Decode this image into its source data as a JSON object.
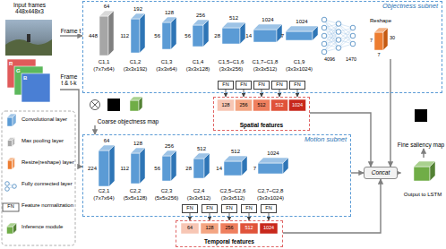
{
  "diagram": {
    "nodes": [
      {
        "text": [
          "Input frames 448x448x3"
        ]
      },
      {
        "text": [
          "Objectness subnet"
        ]
      },
      {
        "text": [
          "Reshape"
        ],
        "in": 1
      },
      {
        "text": [
          "FN"
        ],
        "in": 1
      },
      {
        "text": [
          "FN"
        ],
        "in": 1
      },
      {
        "text": [
          "FN"
        ],
        "in": 1
      },
      {
        "text": [
          "FN"
        ],
        "in": 1
      },
      {
        "text": [
          "FN"
        ],
        "in": 1
      },
      {
        "text": [
          "Spatial features"
        ]
      },
      {
        "text": [
          "Coarse objectness map"
        ]
      },
      {
        "text": [
          "Motion subnet"
        ]
      },
      {
        "text": [
          "FN"
        ],
        "in": 10
      },
      {
        "text": [
          "FN"
        ],
        "in": 10
      },
      {
        "text": [
          "FN"
        ],
        "in": 10
      },
      {
        "text": [
          "FN"
        ],
        "in": 10
      },
      {
        "text": [
          "FN"
        ],
        "in": 10
      },
      {
        "text": [
          "Temporal features"
        ]
      },
      {
        "text": [
          "Concat"
        ]
      },
      {
        "text": [
          "Fine saliency map"
        ]
      },
      {
        "text": [
          "Output to LSTM"
        ]
      }
    ],
    "edges": [
      {
        "from": 0,
        "to": 1,
        "label": "Frame t",
        "arrow": "to"
      },
      {
        "from": 0,
        "to": 10,
        "label": "Frame t & t-k",
        "arrow": "to"
      },
      {
        "from": 3,
        "to": 8,
        "arrow": "to"
      },
      {
        "from": 4,
        "to": 8,
        "arrow": "to"
      },
      {
        "from": 5,
        "to": 8,
        "arrow": "to"
      },
      {
        "from": 6,
        "to": 8,
        "arrow": "to"
      },
      {
        "from": 7,
        "to": 8,
        "arrow": "to"
      },
      {
        "from": 9,
        "to": 10,
        "arrow": "to"
      },
      {
        "from": 11,
        "to": 16,
        "arrow": "to"
      },
      {
        "from": 12,
        "to": 16,
        "arrow": "to"
      },
      {
        "from": 13,
        "to": 16,
        "arrow": "to"
      },
      {
        "from": 14,
        "to": 16,
        "arrow": "to"
      },
      {
        "from": 15,
        "to": 16,
        "arrow": "to"
      },
      {
        "from": 8,
        "to": 17,
        "arrow": "to"
      },
      {
        "from": 16,
        "to": 17,
        "arrow": "to"
      },
      {
        "from": 10,
        "to": 17,
        "arrow": "to"
      },
      {
        "from": 2,
        "to": 17,
        "arrow": "to"
      },
      {
        "from": 17,
        "to": 19,
        "arrow": "to"
      },
      {
        "from": 19,
        "to": 18,
        "arrow": "to"
      }
    ],
    "labels": [
      "R",
      "G",
      "B",
      "64",
      "448",
      "C1,1",
      "(7x7x64)",
      "192",
      "112",
      "C1,2",
      "(3x3x192)",
      "128",
      "56",
      "C1,3",
      "(3x3x64)",
      "256",
      "56",
      "C1,4",
      "(3x3x128)",
      "512",
      "28",
      "C1,5~C1,6",
      "(3x3x256)",
      "1024",
      "14",
      "C1,7~C1,8",
      "(3x3x512)",
      "1024",
      "7",
      "C1,9",
      "(3x3x1024)",
      "4096",
      "1470",
      "7",
      "7",
      "30",
      "128",
      "256",
      "512",
      "512",
      "1024",
      "64",
      "224",
      "C2,1",
      "(7x7x64)",
      "128",
      "112",
      "C2,2",
      "(5x5x128)",
      "256",
      "56",
      "C2,3",
      "(5x5x256)",
      "512",
      "28",
      "C2,4",
      "(3x3x512)",
      "512",
      "14",
      "C2,5~C2,6",
      "(3x3x512)",
      "1024",
      "7",
      "C2,7~C2,8",
      "(3x3x1024)",
      "64",
      "128",
      "256",
      "512",
      "1024",
      "FN"
    ],
    "legend": [
      {
        "text": "Convolutional layer",
        "color": "#5b9bd5"
      },
      {
        "text": "Max pooling layer",
        "color": "#a6a6a6"
      },
      {
        "text": "Resize(reshape) layer",
        "color": "#ed7d31"
      },
      {
        "text": "Fully connected layer"
      },
      {
        "text": "Feature normalization"
      },
      {
        "text": "Inference module"
      }
    ]
  }
}
